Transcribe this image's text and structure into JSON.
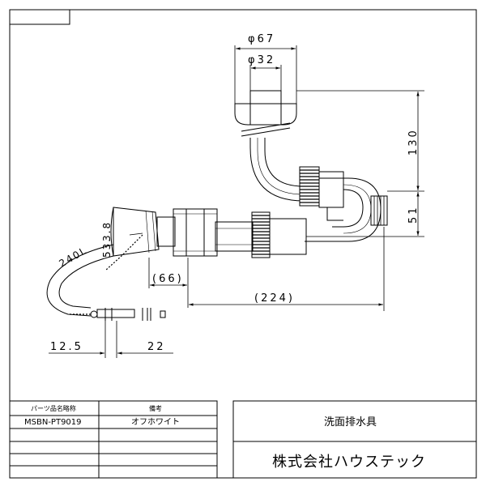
{
  "drawing": {
    "dimensions": {
      "phi67": "φ67",
      "phi32": "φ32",
      "d130": "130",
      "d51": "51",
      "d66": "(66)",
      "d224": "(224)",
      "d240": "240L",
      "d38": "3.8",
      "d53": "53.",
      "d125": "12.5",
      "d22": "22"
    }
  },
  "title_block": {
    "header_part": "パーツ品名略称",
    "header_note": "備考",
    "part_code": "MSBN-PT9019",
    "note": "オフホワイト",
    "title": "洗面排水具",
    "company": "株式会社ハウステック"
  }
}
